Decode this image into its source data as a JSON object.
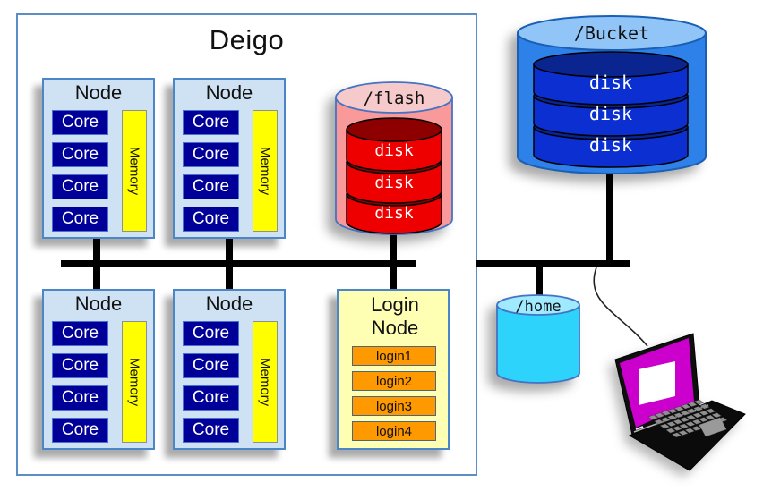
{
  "diagram": {
    "title": "Deigo",
    "nodes": [
      {
        "title": "Node",
        "cores": [
          "Core",
          "Core",
          "Core",
          "Core"
        ],
        "memory": "Memory"
      },
      {
        "title": "Node",
        "cores": [
          "Core",
          "Core",
          "Core",
          "Core"
        ],
        "memory": "Memory"
      },
      {
        "title": "Node",
        "cores": [
          "Core",
          "Core",
          "Core",
          "Core"
        ],
        "memory": "Memory"
      },
      {
        "title": "Node",
        "cores": [
          "Core",
          "Core",
          "Core",
          "Core"
        ],
        "memory": "Memory"
      }
    ],
    "login_node": {
      "title": "Login Node",
      "logins": [
        "login1",
        "login2",
        "login3",
        "login4"
      ]
    },
    "flash_storage": {
      "label": "/flash",
      "disks": [
        "disk",
        "disk",
        "disk"
      ]
    },
    "bucket_storage": {
      "label": "/Bucket",
      "disks": [
        "disk",
        "disk",
        "disk"
      ]
    },
    "home_storage": {
      "label": "/home"
    },
    "colors": {
      "core_navy": "#000099",
      "memory_yellow": "#ffff00",
      "node_fill": "#cfe2f3",
      "node_border": "#4a86c8",
      "flash_body": "#f99999",
      "flash_top": "#f6caca",
      "disk_red": "#ee0000",
      "disk_red_top": "#8e0000",
      "bucket_body": "#2e81e8",
      "bucket_top": "#92c5f7",
      "disk_blue": "#0b2fd0",
      "disk_blue_top": "#0a2590",
      "home_body": "#2ed3fb",
      "home_top": "#9feaff",
      "login_fill": "#ffffb3",
      "login_orange": "#ff9900",
      "laptop_screen_magenta": "#cc00cc",
      "bus_black": "#000000"
    }
  }
}
